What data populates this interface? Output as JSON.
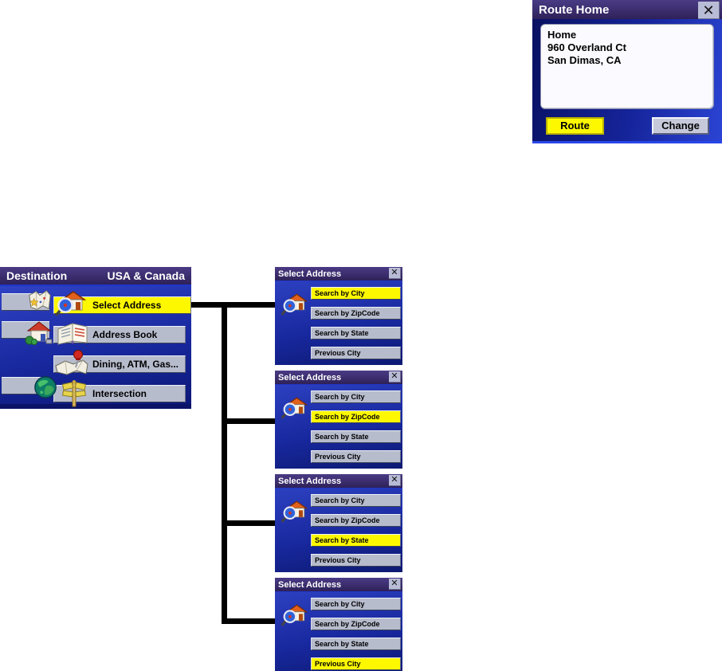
{
  "ui": {
    "close_glyph": "✕"
  },
  "colors": {
    "title_bar_purple": "#3b2d6d",
    "highlight_yellow": "#fdf800",
    "button_gray": "#b7bccd",
    "screen_blue_light": "#2c40c0",
    "screen_blue_dark": "#0d1a72",
    "connector_black": "#000000"
  },
  "route_home": {
    "title": "Route Home",
    "address_lines": [
      "Home",
      "960 Overland Ct",
      "San Dimas, CA"
    ],
    "route_button": "Route",
    "change_button": "Change"
  },
  "destination": {
    "title": "Destination",
    "region_label": "USA & Canada",
    "selected_index": 0,
    "menu": [
      {
        "label": "Select Address",
        "icon": "select-address-icon"
      },
      {
        "label": "Address Book",
        "icon": "address-book-icon"
      },
      {
        "label": "Dining, ATM, Gas...",
        "icon": "dining-atm-gas-icon"
      },
      {
        "label": "Intersection",
        "icon": "intersection-icon"
      }
    ],
    "side_icons": [
      "map-icon",
      "home-icon",
      "globe-icon"
    ]
  },
  "select_address": {
    "title": "Select Address",
    "options": [
      "Search by City",
      "Search by ZipCode",
      "Search by State",
      "Previous City"
    ],
    "screens": [
      {
        "selected_index": 0
      },
      {
        "selected_index": 1
      },
      {
        "selected_index": 2
      },
      {
        "selected_index": 3
      }
    ]
  }
}
